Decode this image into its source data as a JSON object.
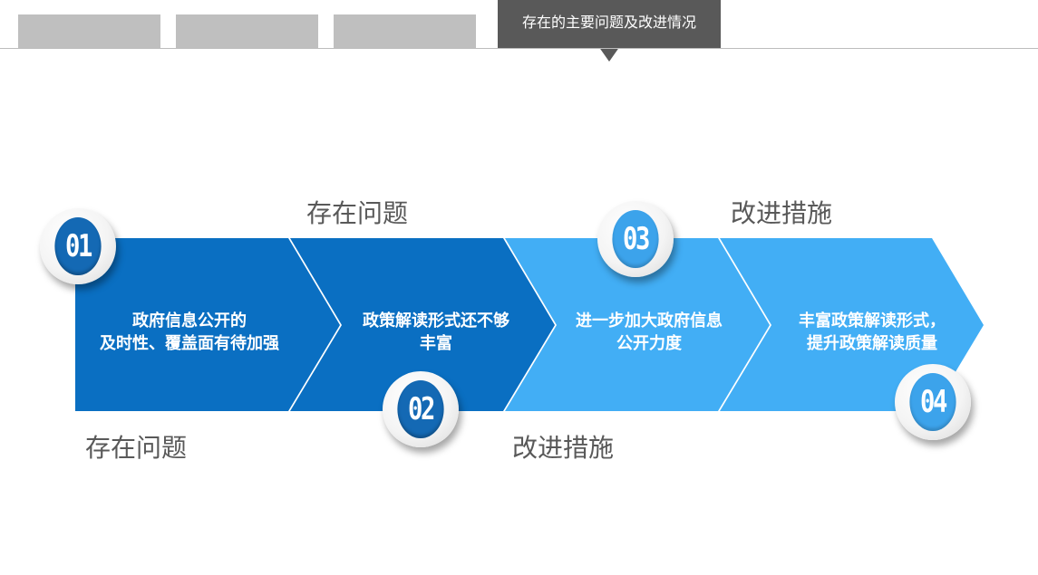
{
  "header": {
    "tabs": [
      {
        "label": ""
      },
      {
        "label": ""
      },
      {
        "label": ""
      }
    ],
    "active_tab_label": "存在的主要问题及改进情况"
  },
  "captions": {
    "problem_top": "存在问题",
    "problem_bottom": "存在问题",
    "measure_top": "改进措施",
    "measure_bottom": "改进措施"
  },
  "steps": [
    {
      "number": "01",
      "line1": "政府信息公开的",
      "line2": "及时性、覆盖面有待加强"
    },
    {
      "number": "02",
      "line1": "政策解读形式还不够",
      "line2": "丰富"
    },
    {
      "number": "03",
      "line1": "进一步加大政府信息",
      "line2": "公开力度"
    },
    {
      "number": "04",
      "line1": "丰富政策解读形式，",
      "line2": "提升政策解读质量"
    }
  ],
  "colors": {
    "dark_blue": "#0a6fc2",
    "light_blue": "#42aef5",
    "tab_gray": "#bfbfbf",
    "tab_active": "#595959",
    "caption_text": "#595959"
  }
}
